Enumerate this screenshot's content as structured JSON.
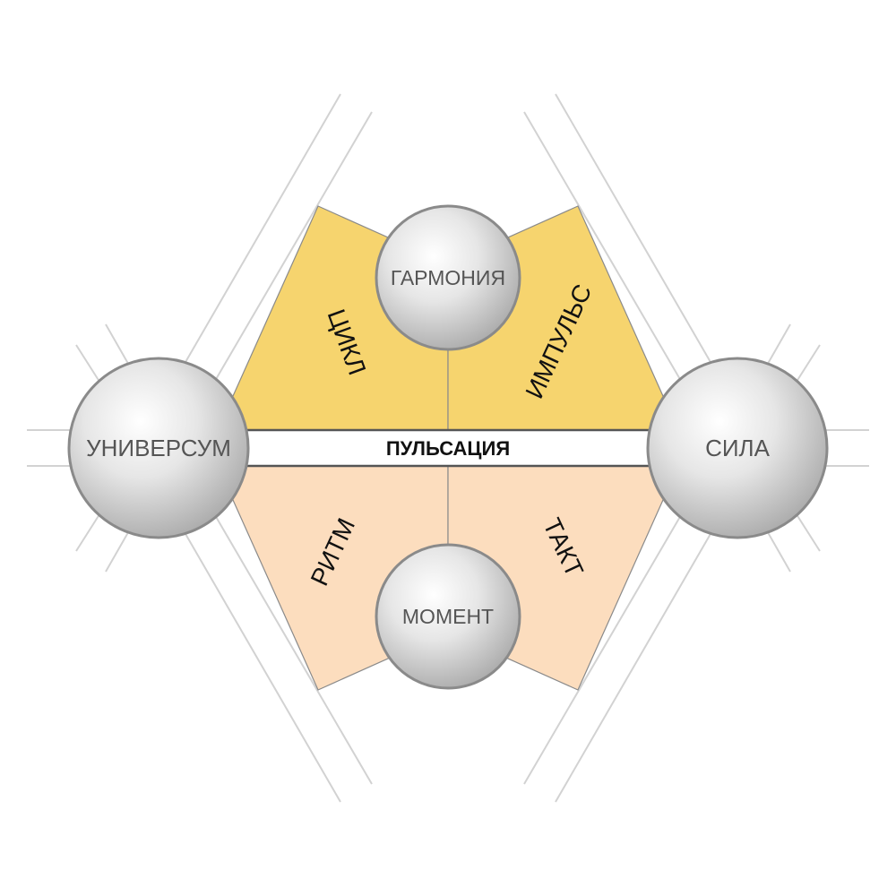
{
  "colors": {
    "upper_fill": "#F6D46E",
    "lower_fill": "#FCDDBE",
    "lines": "#CFCFCF",
    "outline": "#8A8A8A"
  },
  "band": {
    "label": "ПУЛЬСАЦИЯ"
  },
  "nodes": {
    "left": "УНИВЕРСУМ",
    "right": "СИЛА",
    "top": "ГАРМОНИЯ",
    "bottom": "МОМЕНТ"
  },
  "sectors": {
    "top_left": "ЦИКЛ",
    "top_right": "ИМПУЛЬС",
    "bottom_left": "РИТМ",
    "bottom_right": "ТАКТ"
  }
}
